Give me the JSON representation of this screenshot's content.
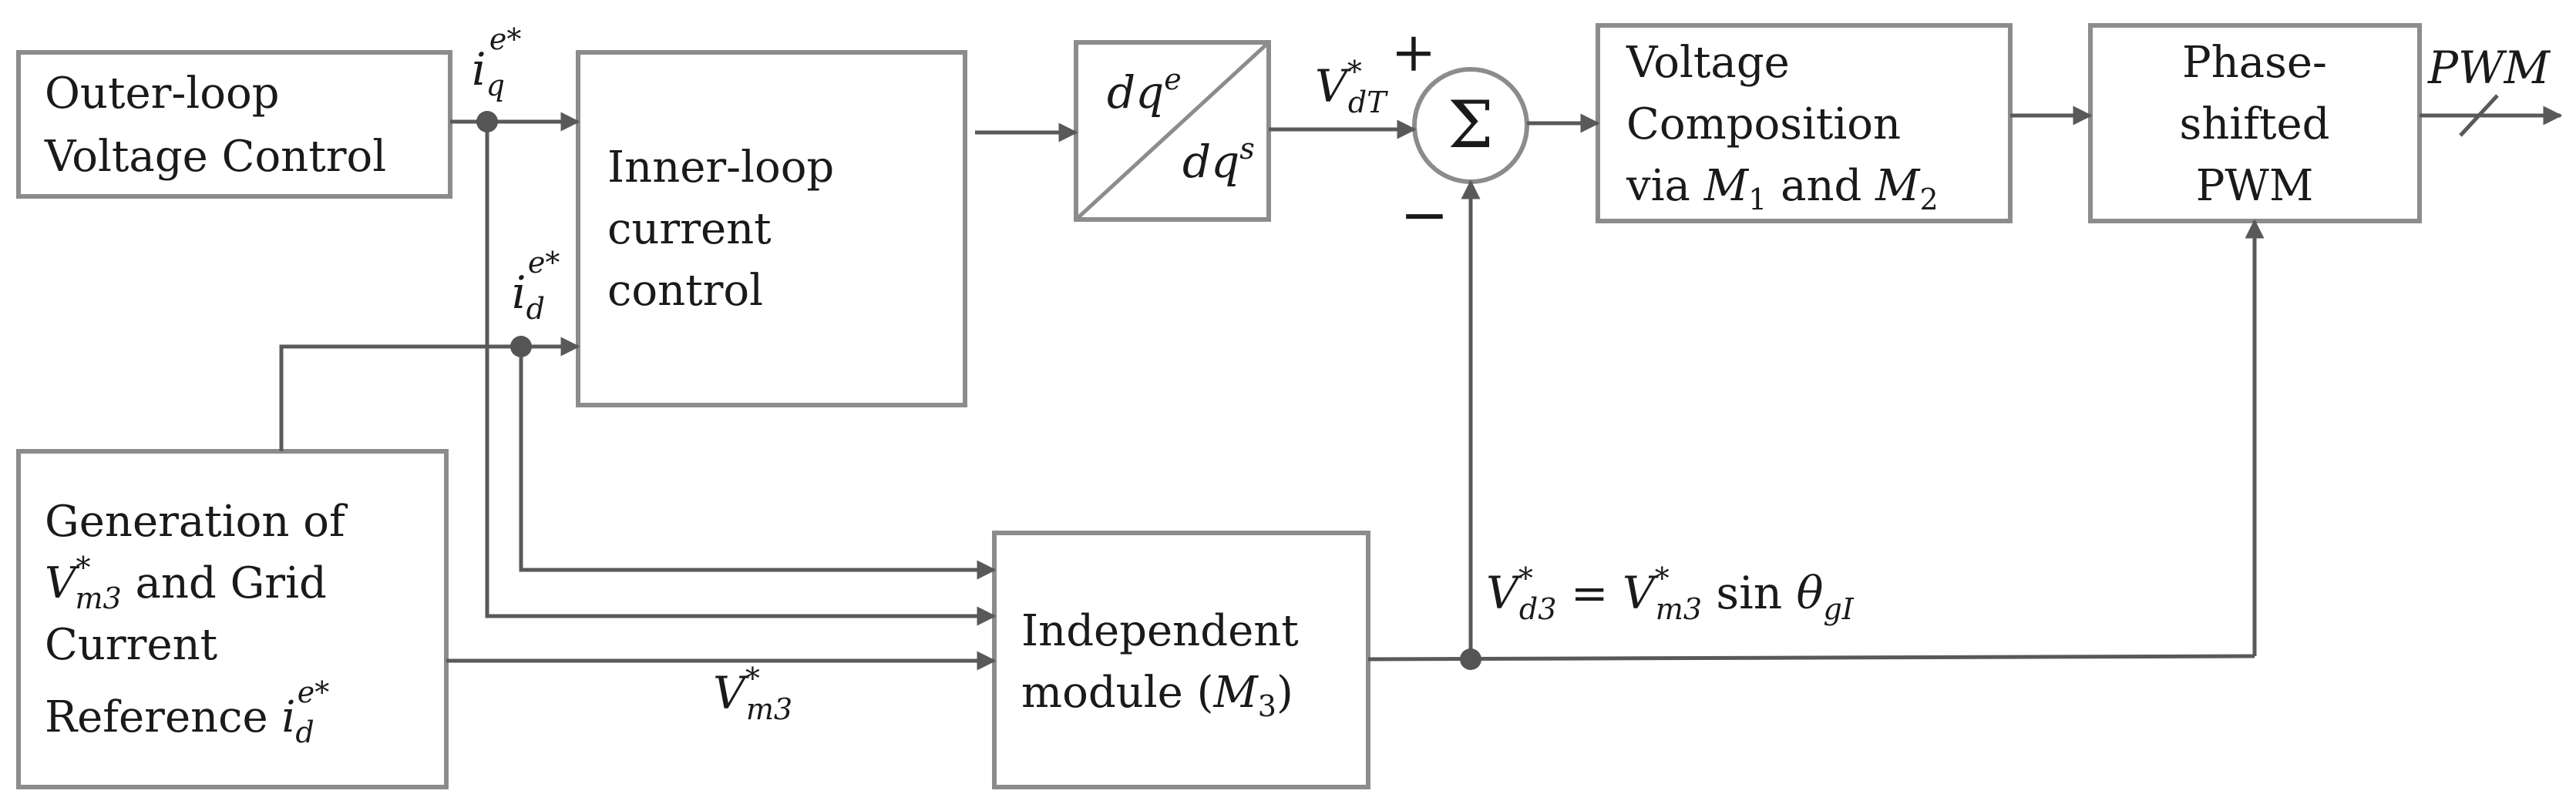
{
  "blocks": {
    "outer_loop": {
      "line1": "Outer-loop",
      "line2": "Voltage Control"
    },
    "inner_loop": {
      "line1": "Inner-loop",
      "line2": "current",
      "line3": "control"
    },
    "transform": {
      "top": "dq",
      "top_sup": "e",
      "bottom": "dq",
      "bottom_sup": "s"
    },
    "summing": {
      "symbol": "Σ",
      "plus": "+",
      "minus": "−"
    },
    "voltage_composition": {
      "line1": "Voltage",
      "line2": "Composition",
      "line3_pre": "via ",
      "m1": "M",
      "m1_sub": "1",
      "and": " and ",
      "m2": "M",
      "m2_sub": "2"
    },
    "phase_shifted_pwm": {
      "line1": "Phase-",
      "line2": "shifted",
      "line3": "PWM"
    },
    "generation": {
      "line1": "Generation of",
      "line2_v": "V",
      "line2_sup": "*",
      "line2_sub": "m3",
      "line2_rest": " and Grid",
      "line3": "Current",
      "line4_pre": "Reference ",
      "line4_i": "i",
      "line4_sub": "d",
      "line4_sup": "e*"
    },
    "independent": {
      "line1": "Independent",
      "line2_pre": "module (",
      "m3": "M",
      "m3_sub": "3",
      "line2_post": ")"
    }
  },
  "signals": {
    "iq": {
      "i": "i",
      "sub": "q",
      "sup": "e*"
    },
    "id": {
      "i": "i",
      "sub": "d",
      "sup": "e*"
    },
    "vdt": {
      "v": "V",
      "sup": "*",
      "sub": "dT"
    },
    "vm3": {
      "v": "V",
      "sup": "*",
      "sub": "m3"
    },
    "vd3_eq": {
      "v1": "V",
      "sup1": "*",
      "sub1": "d3",
      "eq": " = ",
      "v2": "V",
      "sup2": "*",
      "sub2": "m3",
      "sin": " sin ",
      "theta": "θ",
      "sub3": "gI"
    },
    "pwm": "PWM"
  },
  "colors": {
    "block_border": "#8c8c8c",
    "wire": "#595959",
    "text": "#1a1a1a"
  }
}
